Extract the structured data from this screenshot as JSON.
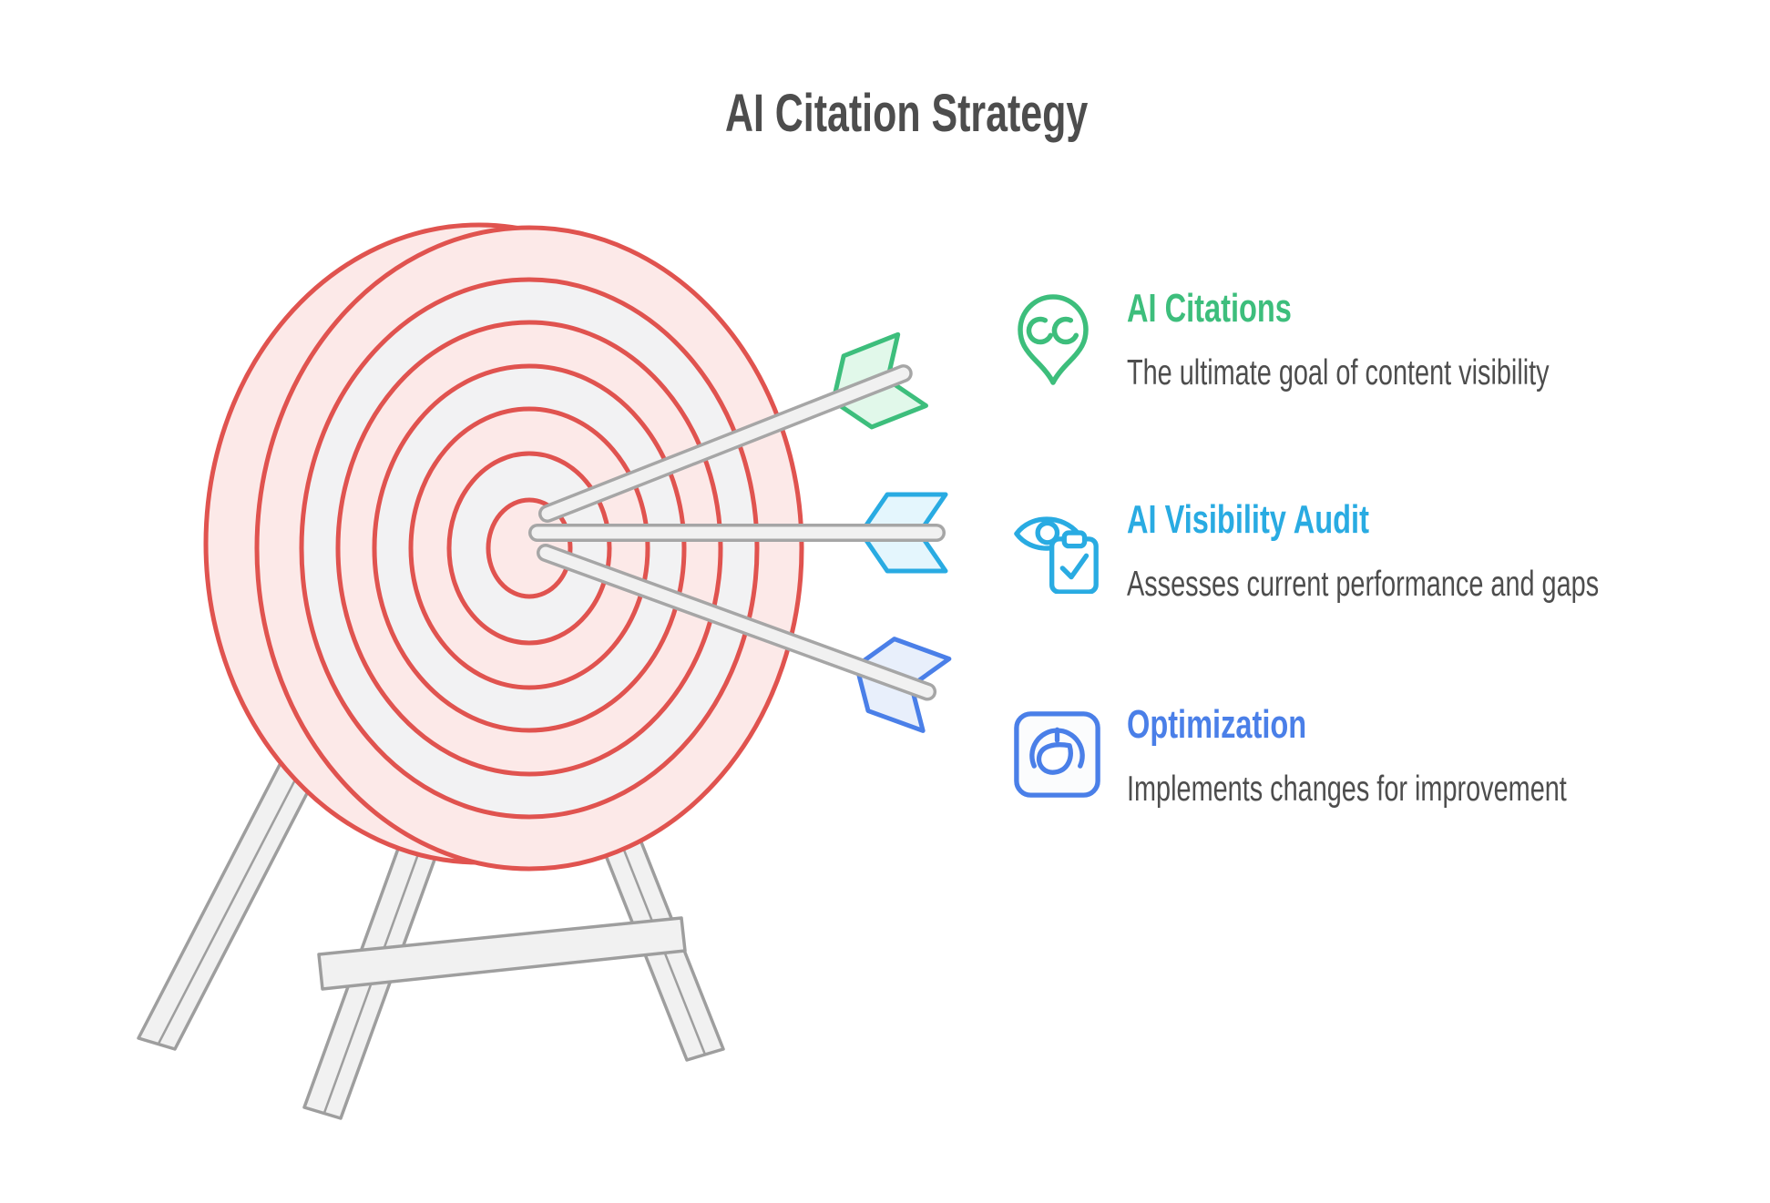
{
  "title": "AI Citation Strategy",
  "items": [
    {
      "icon": "citation-pin-icon",
      "title": "AI Citations",
      "description": "The ultimate goal of content visibility",
      "accent": "#3DBE7C"
    },
    {
      "icon": "eye-clipboard-icon",
      "title": "AI Visibility Audit",
      "description": "Assesses current performance and gaps",
      "accent": "#29ABE2"
    },
    {
      "icon": "gauge-icon",
      "title": "Optimization",
      "description": "Implements changes for improvement",
      "accent": "#4A7FE8"
    }
  ],
  "illustration": {
    "subject": "Archery target on a wooden easel stand, hit near the bullseye by three arrows coming from the right",
    "arrows": [
      {
        "position": "top-right",
        "fletching": "green"
      },
      {
        "position": "middle-right",
        "fletching": "cyan"
      },
      {
        "position": "bottom-right",
        "fletching": "blue"
      }
    ]
  },
  "colors": {
    "text": "#4D4D4D",
    "red": "#E0534F",
    "pink": "#FCE9E8",
    "ring_gray": "#F2F2F3",
    "wood_fill": "#F1F1F1",
    "wood_stroke": "#9E9E9E",
    "shaft_fill": "#F1F1F1",
    "shaft_stroke": "#A6A6A6",
    "green": "#3DBE7C",
    "green_fill": "#E1F8EA",
    "cyan": "#29ABE2",
    "cyan_fill": "#E4F6FD",
    "blue": "#4A7FE8",
    "blue_fill": "#E8EFFB"
  }
}
